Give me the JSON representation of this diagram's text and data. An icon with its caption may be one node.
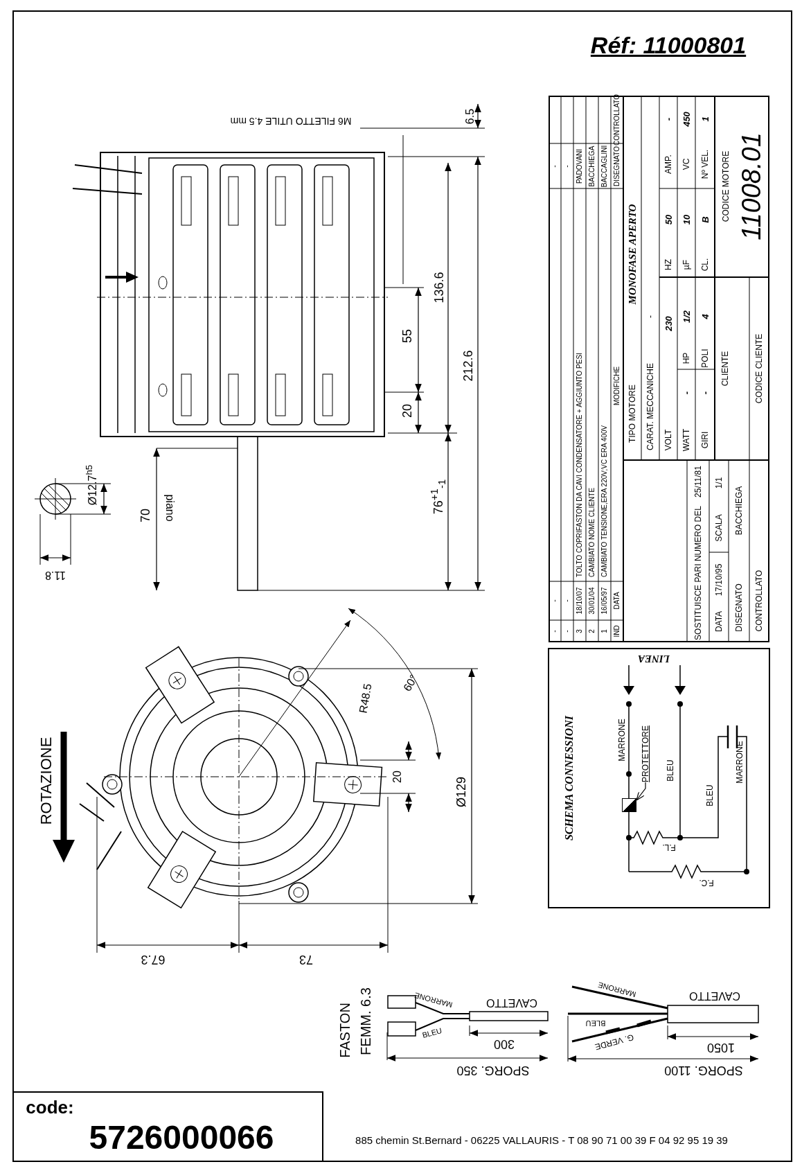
{
  "diagram": {
    "nodes": [
      {
        "text": [
          "PROTETTORE"
        ]
      },
      {
        "text": [],
        "shape": "box"
      }
    ],
    "edges": [
      {
        "from": 0,
        "to": 1,
        "arrow": "to"
      }
    ],
    "labels": [
      "Réf: 11000801",
      "M6 FILETTO UTILE 4.5 mm",
      "6.5",
      "136.6",
      "55",
      "20",
      "212.6",
      "Ø12.7$^{h5}$",
      "70",
      "piano",
      "76$^{+1}$$_{-1}$",
      "11.8",
      "-",
      "-",
      "-",
      "-",
      "-",
      "-",
      "3",
      "18/10/07",
      "TOLTO COPRIFASTON DA CAVI CONDENSATORE + AGGIUNTO PESI",
      "PADOVANI",
      "2",
      "30/01/04",
      "CAMBIATO NOME CLIENTE",
      "BACCHIEGA",
      "1",
      "16/05/97",
      "CAMBIATO TENSIONE,ERA 220V;VC ERA 400V",
      "BACCAGLINI",
      "IND",
      "DATA",
      "MODIFICHE",
      "DISEGNATO",
      "CONTROLLATO",
      "TIPO MOTORE",
      "MONOFASE APERTO",
      "CARAT. MECCANICHE",
      "-",
      "VOLT",
      "230",
      "HZ",
      "50",
      "AMP.",
      "-",
      "WATT",
      "-",
      "HP",
      "1/2",
      "µF",
      "10",
      "VC",
      "450",
      "GIRI",
      "-",
      "POLI",
      "4",
      "CL.",
      "B",
      "Nº VEL.",
      "1",
      "CLIENTE",
      "CODICE CLIENTE",
      "CODICE MOTORE",
      "11008.01",
      "SOSTITUISCE PARI NUMERO DEL",
      "25/11/81",
      "DATA",
      "17/10/95",
      "SCALA",
      "1/1",
      "DISEGNATO",
      "BACCHIEGA",
      "CONTROLLATO",
      "ROTAZIONE",
      "R48.5",
      "60°",
      "20",
      "Ø129",
      "67.3",
      "73",
      "SCHEMA CONNESSIONI",
      "LINEA",
      "MARRONE",
      "BLEU",
      "BLEU",
      "MARRONE",
      "F.L.",
      "F.C.",
      "FASTON",
      "FEMM. 6.3",
      "MARRONE",
      "BLEU",
      "CAVETTO",
      "300",
      "SPORG. 350",
      "MARRONE",
      "BLEU",
      "G. VERDE",
      "CAVETTO",
      "1050",
      "SPORG. 1100",
      "code:",
      "5726000066",
      "885 chemin St.Bernard - 06225 VALLAURIS - T 08 90 71 00 39 F 04 92 95 19 39"
    ]
  }
}
